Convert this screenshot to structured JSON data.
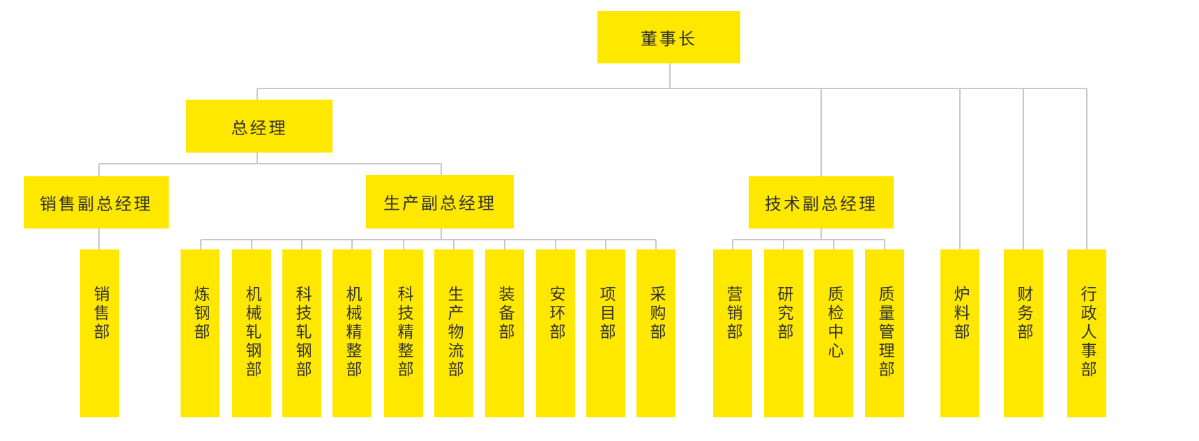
{
  "org": {
    "chairman": "董事长",
    "general_manager": "总经理",
    "sales_vp": "销售副总经理",
    "production_vp": "生产副总经理",
    "tech_vp": "技术副总经理",
    "sales_depts": [
      "销售部"
    ],
    "production_depts": [
      "炼钢部",
      "机械轧钢部",
      "科技轧钢部",
      "机械精整部",
      "科技精整部",
      "生产物流部",
      "装备部",
      "安环部",
      "项目部",
      "采购部"
    ],
    "tech_depts": [
      "营销部",
      "研究部",
      "质检中心",
      "质量管理部"
    ],
    "direct_depts": [
      "炉料部",
      "财务部",
      "行政人事部"
    ]
  },
  "colors": {
    "box": "#FFE800",
    "line": "#c8c8c8",
    "text": "#333333"
  }
}
